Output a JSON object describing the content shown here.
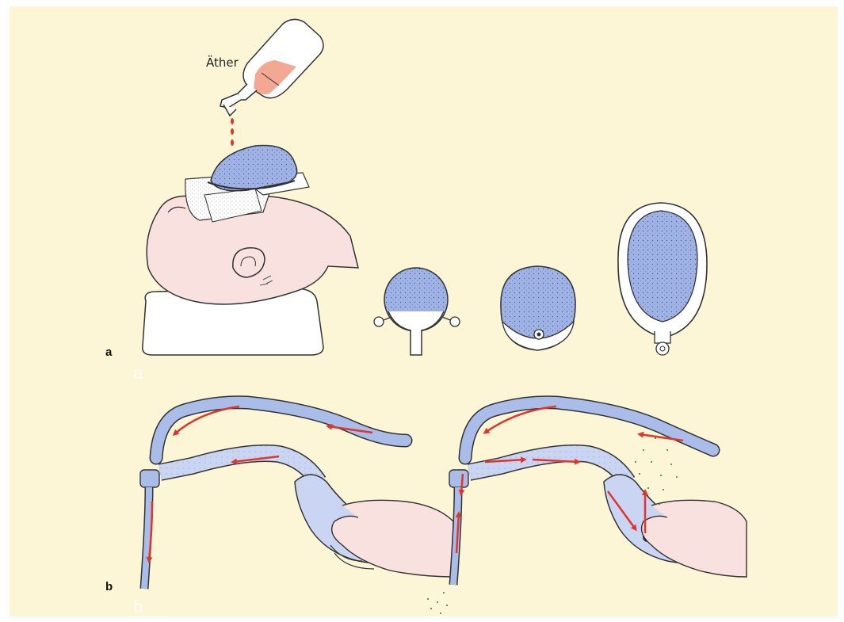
{
  "labels": {
    "ether": "Äther",
    "panel_a": "a",
    "panel_a_ghost": "a",
    "panel_b": "b",
    "panel_b_ghost": "b"
  },
  "colors": {
    "background": "#fcf6d6",
    "mask_blue": "#9fb3e6",
    "skin": "#f9e1e0",
    "ether_liquid": "#f2a893",
    "drop_red": "#e0352b",
    "flow_arrow": "#e0352b",
    "tube_blue": "#a9bde8",
    "outline": "#333333"
  }
}
